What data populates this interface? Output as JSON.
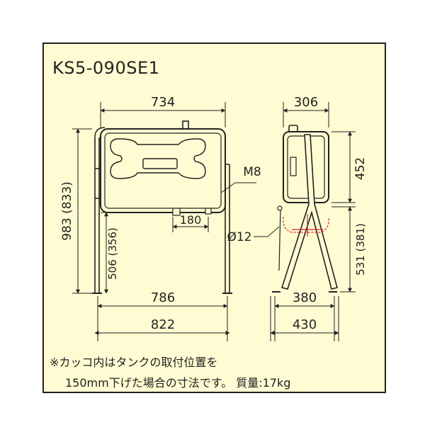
{
  "title": "KS5-090SE1",
  "notes": {
    "line1": "※カッコ内はタンクの取付位置を",
    "line2": "150mm下げた場合の寸法です。 質量:17kg"
  },
  "dimensions": {
    "width_top": "734",
    "depth_top": "306",
    "thread": "M8",
    "bolt_spacing": "180",
    "tank_height": "452",
    "overall_height": "983 (833)",
    "leg_height": "506 (356)",
    "pipe_dia": "Ø12",
    "leg_height_side": "531 (381)",
    "leg_width_inner": "786",
    "leg_width_outer": "822",
    "foot_inner": "380",
    "foot_outer": "430"
  },
  "colors": {
    "background": "#fffbd2",
    "line": "#222222",
    "accent": "#d22222"
  }
}
